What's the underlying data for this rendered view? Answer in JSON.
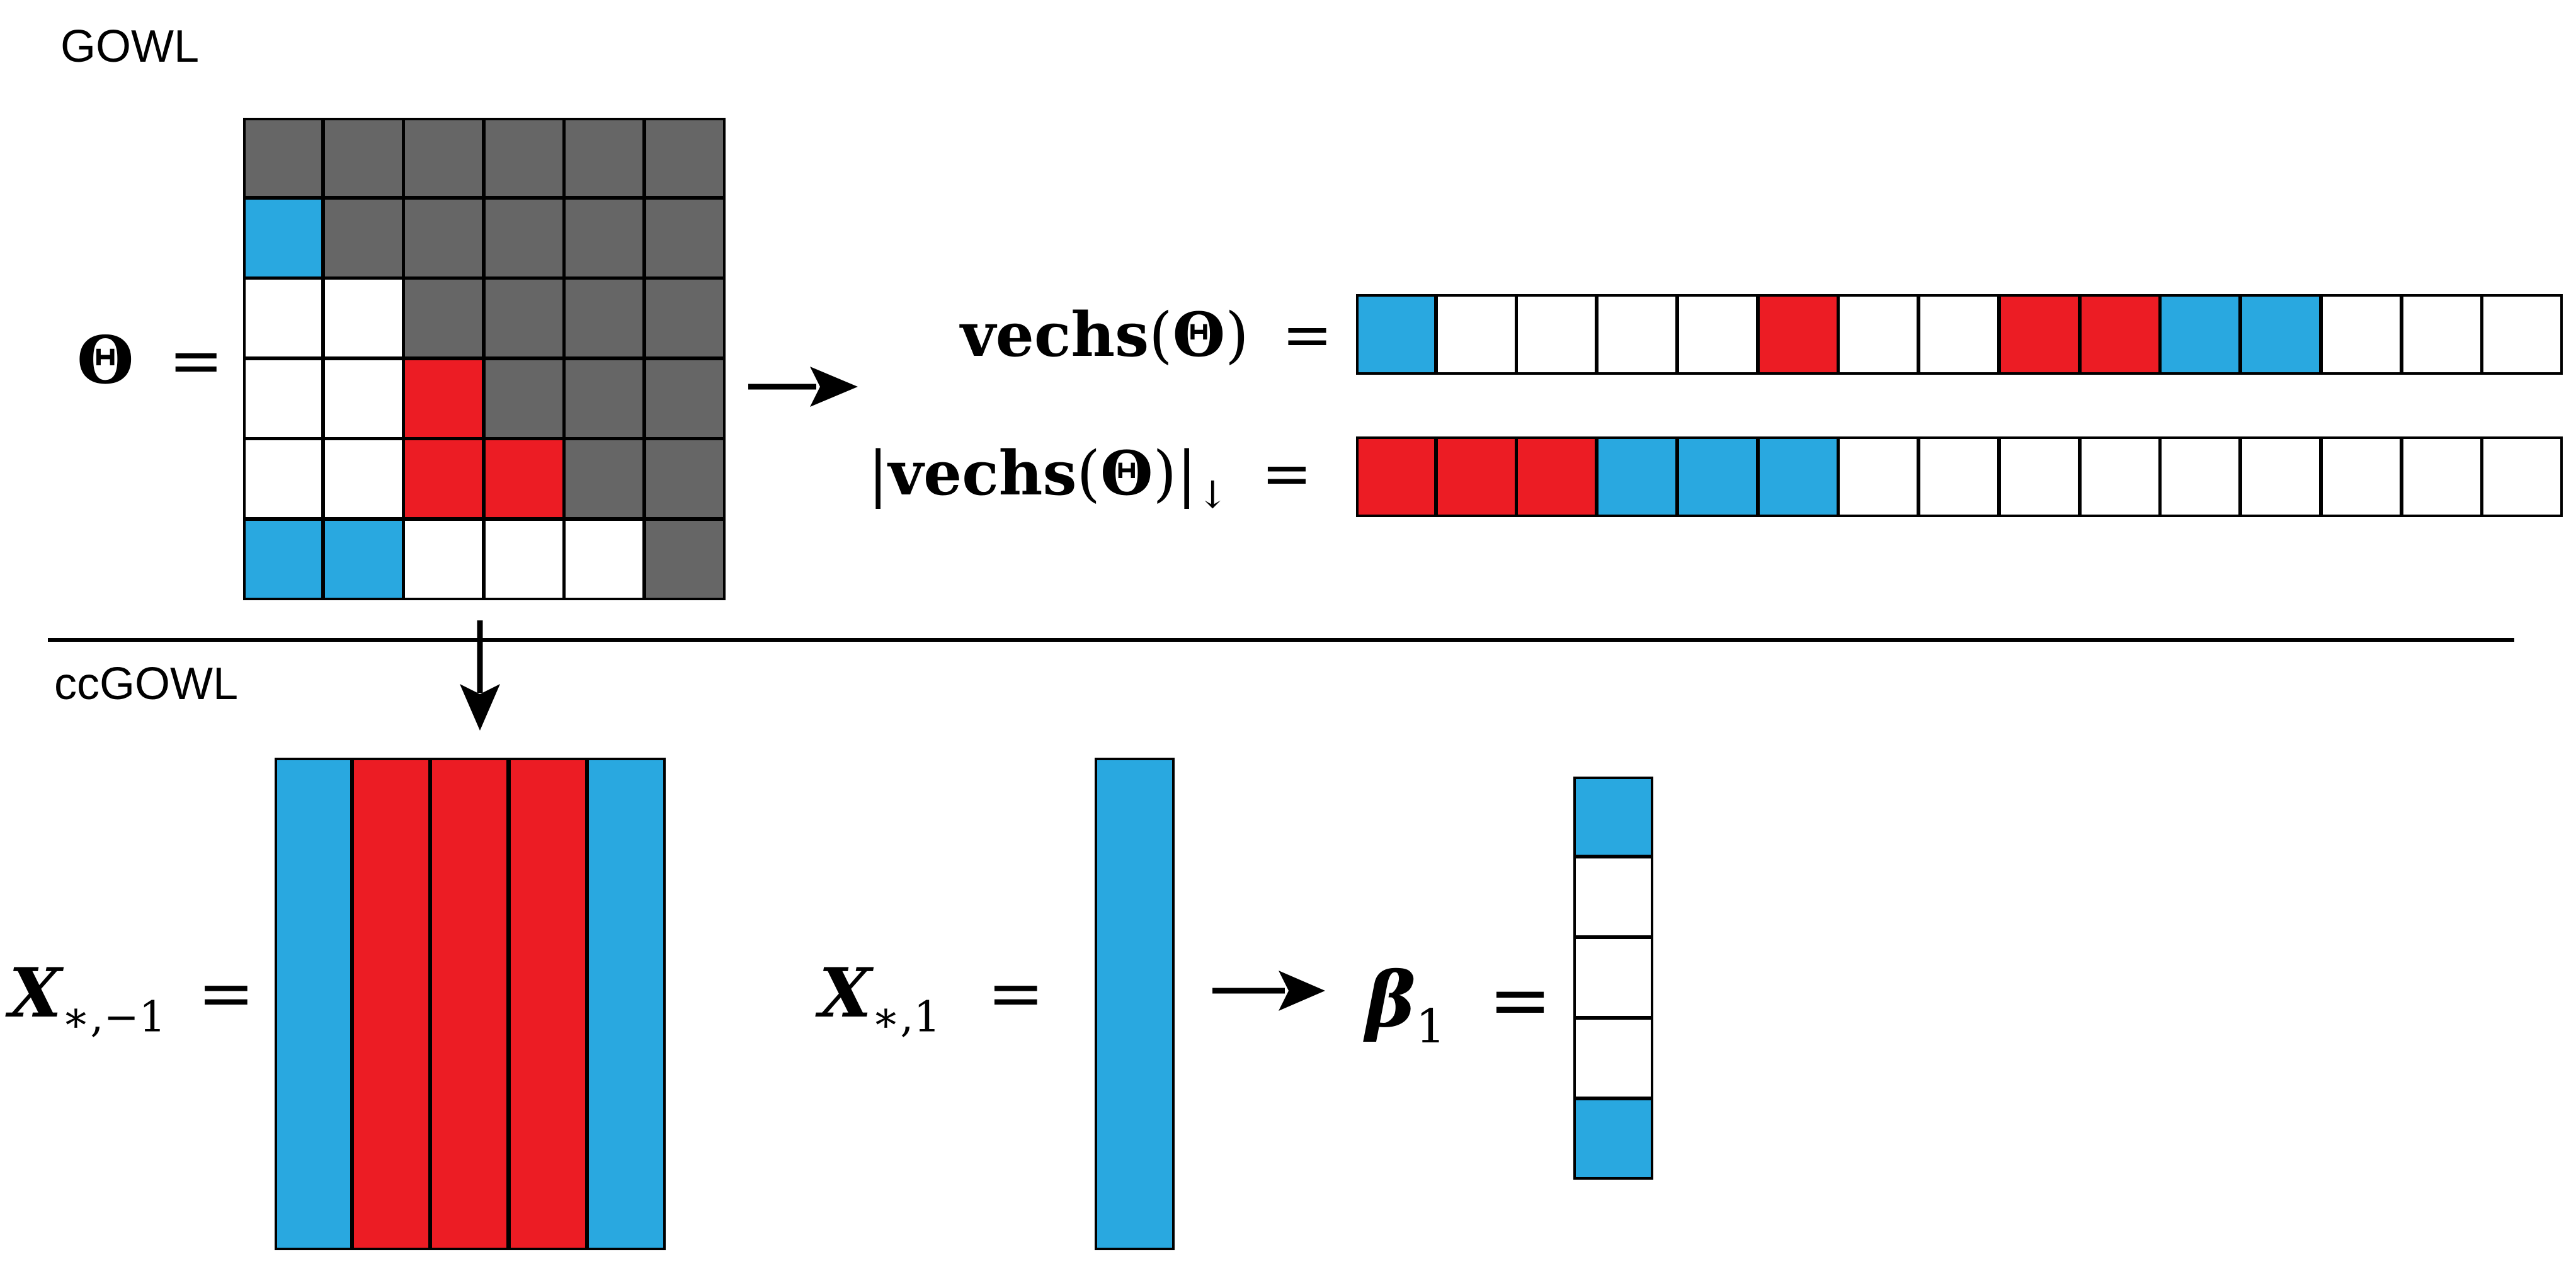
{
  "labels": {
    "gowl": "GOWL",
    "ccgowl": "ccGOWL"
  },
  "equations": {
    "theta": {
      "symbol": "Θ",
      "equals": "="
    },
    "vechs": {
      "func": "vechs",
      "open": "(",
      "symbol": "Θ",
      "close": ")",
      "equals": "="
    },
    "vechs_sorted": {
      "bar_open": "|",
      "func": "vechs",
      "open": "(",
      "symbol": "Θ",
      "close": ")",
      "bar_close": "|",
      "sub": "↓",
      "equals": "="
    },
    "x_minus": {
      "symbol": "X",
      "sub": "∗,−1",
      "equals": "="
    },
    "x_one": {
      "symbol": "X",
      "sub": "∗,1",
      "equals": "="
    },
    "beta": {
      "symbol": "β",
      "sub": "1",
      "equals": "="
    }
  },
  "colors": {
    "gray": "#666666",
    "blue": "#29a8e0",
    "red": "#ec1c24",
    "white": "#ffffff",
    "line": "#000000"
  },
  "theta_matrix": [
    [
      "g",
      "g",
      "g",
      "g",
      "g",
      "g"
    ],
    [
      "b",
      "g",
      "g",
      "g",
      "g",
      "g"
    ],
    [
      "w",
      "w",
      "g",
      "g",
      "g",
      "g"
    ],
    [
      "w",
      "w",
      "r",
      "g",
      "g",
      "g"
    ],
    [
      "w",
      "w",
      "r",
      "r",
      "g",
      "g"
    ],
    [
      "b",
      "b",
      "w",
      "w",
      "w",
      "g"
    ]
  ],
  "vechs_vector": [
    "b",
    "w",
    "w",
    "w",
    "w",
    "r",
    "w",
    "w",
    "r",
    "r",
    "b",
    "b",
    "w",
    "w",
    "w"
  ],
  "vechs_sorted_vector": [
    "r",
    "r",
    "r",
    "b",
    "b",
    "b",
    "w",
    "w",
    "w",
    "w",
    "w",
    "w",
    "w",
    "w",
    "w"
  ],
  "x_minus_columns": [
    "b",
    "r",
    "r",
    "r",
    "b"
  ],
  "x_one_column": [
    "b"
  ],
  "beta_vector": [
    "b",
    "w",
    "w",
    "w",
    "b"
  ]
}
